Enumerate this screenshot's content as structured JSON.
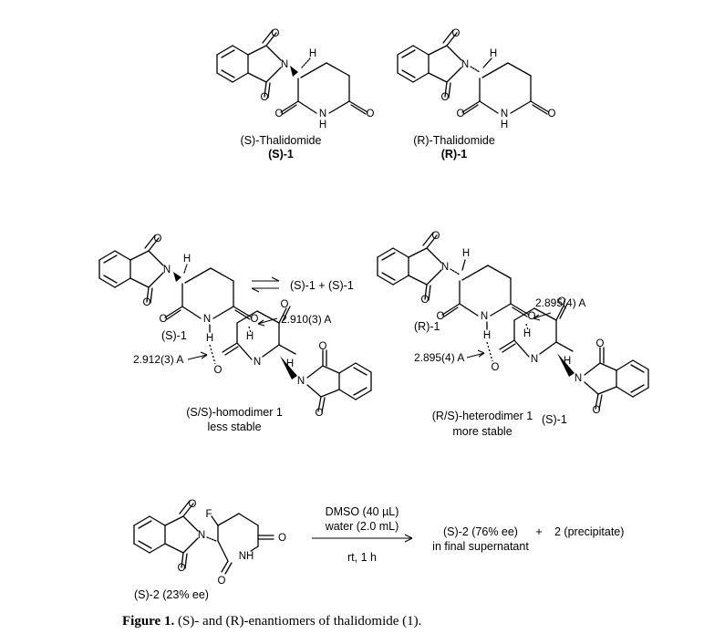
{
  "top": {
    "s_name": "(S)-Thalidomide",
    "s_id": "(S)-1",
    "r_name": "(R)-Thalidomide",
    "r_id": "(R)-1"
  },
  "middle": {
    "equilibrium_products": "(S)-1 + (S)-1",
    "homodimer_monomer_label": "(S)-1",
    "homodimer_dist_upper": "2.910(3) A",
    "homodimer_dist_lower": "2.912(3) A",
    "homodimer_name": "(S/S)-homodimer 1",
    "homodimer_note": "less stable",
    "heterodimer_monomer_label_left": "(R)-1",
    "heterodimer_dist_upper": "2.895(4) A",
    "heterodimer_dist_lower": "2.895(4) A",
    "heterodimer_name": "(R/S)-heterodimer 1",
    "heterodimer_monomer_label_right": "(S)-1",
    "heterodimer_note": "more stable"
  },
  "reaction": {
    "reactant_label": "(S)-2 (23% ee)",
    "condition_1": "DMSO (40 µL)",
    "condition_2": "water (2.0 mL)",
    "condition_3": "rt, 1 h",
    "product_1": "(S)-2 (76% ee)",
    "product_1_note": "in final supernatant",
    "plus": "+",
    "product_2": "2 (precipitate)"
  },
  "caption": {
    "figure_label": "Figure 1.",
    "text": " (S)- and (R)-enantiomers of thalidomide (1)."
  },
  "atoms": {
    "N": "N",
    "O": "O",
    "H": "H",
    "F": "F",
    "NH": "NH"
  }
}
